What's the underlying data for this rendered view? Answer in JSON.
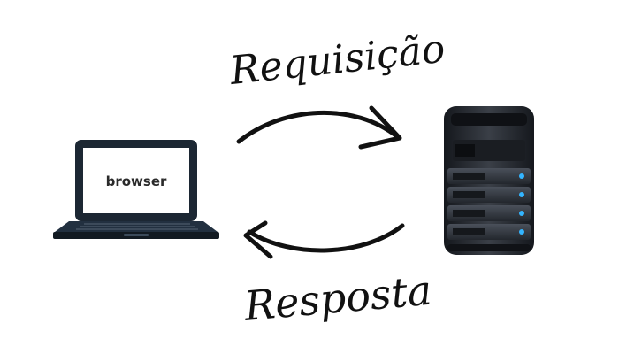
{
  "diagram": {
    "client": {
      "screen_label": "browser",
      "icon": "laptop-icon"
    },
    "server": {
      "icon": "server-rack-icon"
    },
    "request_arrow": {
      "label": "Requisição",
      "direction": "client-to-server"
    },
    "response_arrow": {
      "label": "Resposta",
      "direction": "server-to-client"
    }
  },
  "colors": {
    "ink": "#111111",
    "laptop_body": "#1c2733",
    "laptop_screen": "#ffffff",
    "server_body": "#2b2f36",
    "server_led": "#33b5ff"
  }
}
